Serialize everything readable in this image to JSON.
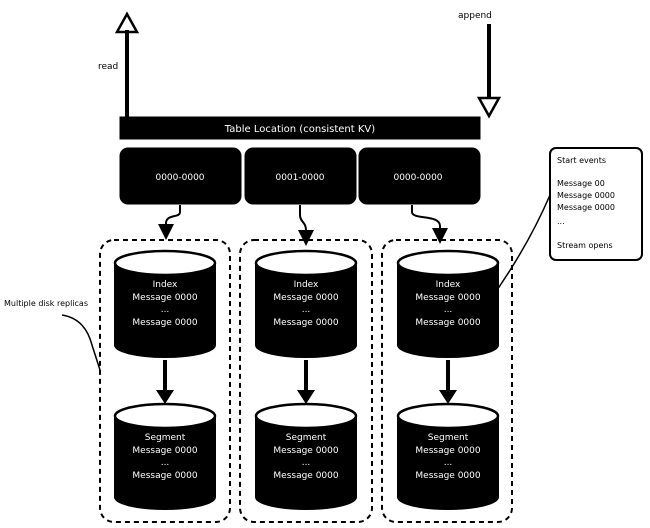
{
  "labels": {
    "read": "read",
    "append": "append",
    "table": "Table Location (consistent KV)",
    "callout_left": "Multiple disk replicas",
    "range_1": "0000-0000",
    "range_2": "0001-0000",
    "range_3": "0000-0000"
  },
  "columns": [
    {
      "index": {
        "title": "Index",
        "line1": "Message 0000",
        "sep": "...",
        "line2": "Message 0000"
      },
      "segment": {
        "title": "Segment",
        "line1": "Message 0000",
        "sep": "...",
        "line2": "Message 0000"
      }
    },
    {
      "index": {
        "title": "Index",
        "line1": "Message 0000",
        "sep": "...",
        "line2": "Message 0000"
      },
      "segment": {
        "title": "Segment",
        "line1": "Message 0000",
        "sep": "...",
        "line2": "Message 0000"
      }
    },
    {
      "index": {
        "title": "Index",
        "line1": "Message 0000",
        "sep": "...",
        "line2": "Message 0000"
      },
      "segment": {
        "title": "Segment",
        "line1": "Message 0000",
        "sep": "...",
        "line2": "Message 0000"
      }
    }
  ],
  "index_note": {
    "title": "Start events",
    "lines": [
      "Message 00",
      "Message 0000",
      "Message 0000",
      "...",
      "Stream opens"
    ]
  }
}
